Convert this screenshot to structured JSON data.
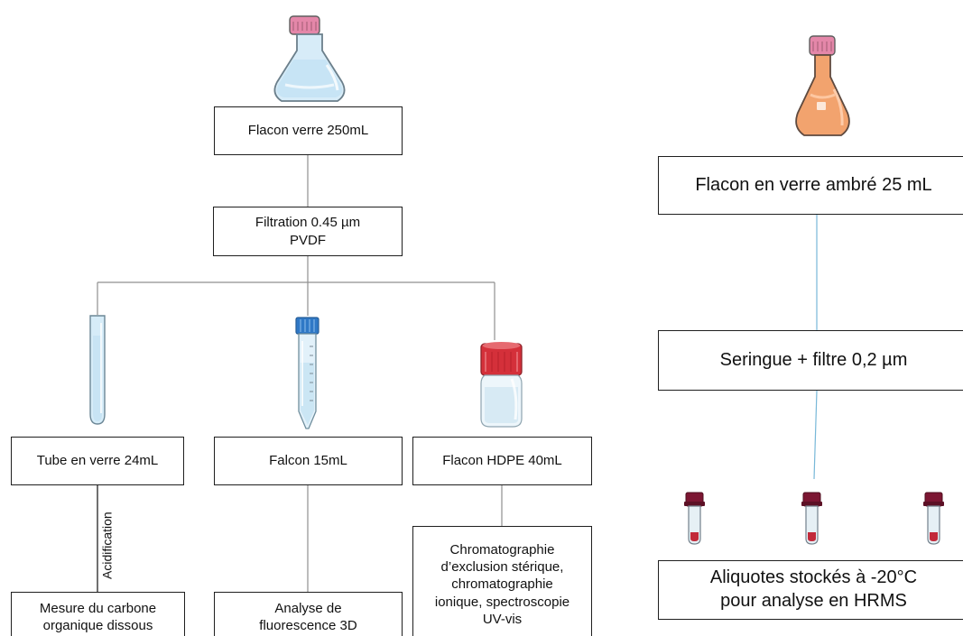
{
  "left_workflow": {
    "top_box": "Flacon verre 250mL",
    "filter_box": "Filtration 0.45 µm\nPVDF",
    "branches": [
      {
        "container": "Tube en verre 24mL",
        "step": "Acidification",
        "result": "Mesure du carbone\norganique dissous"
      },
      {
        "container": "Falcon 15mL",
        "result": "Analyse de\nfluorescence 3D"
      },
      {
        "container": "Flacon HDPE 40mL",
        "result": "Chromatographie\nd’exclusion stérique,\nchromatographie\nionique, spectroscopie\nUV-vis"
      }
    ]
  },
  "right_workflow": {
    "top_box": "Flacon en verre ambré 25 mL",
    "filter_box": "Seringue + filtre 0,2 µm",
    "result": "Aliquotes stockés à -20°C\npour analyse en HRMS"
  },
  "icons": [
    "clear-erlenmeyer-flask-icon",
    "amber-erlenmeyer-flask-icon",
    "glass-test-tube-icon",
    "falcon-tube-icon",
    "hdpe-bottle-icon",
    "aliquot-vial-icon"
  ],
  "colors": {
    "box_border": "#1f1f1f",
    "left_connector": "#8f8f8f",
    "right_connector": "#78b8d8",
    "cap_pink": "#e487a9",
    "cap_red": "#d4303a",
    "amber": "#f2a36e",
    "glass_blue": "#cfe8f6"
  }
}
